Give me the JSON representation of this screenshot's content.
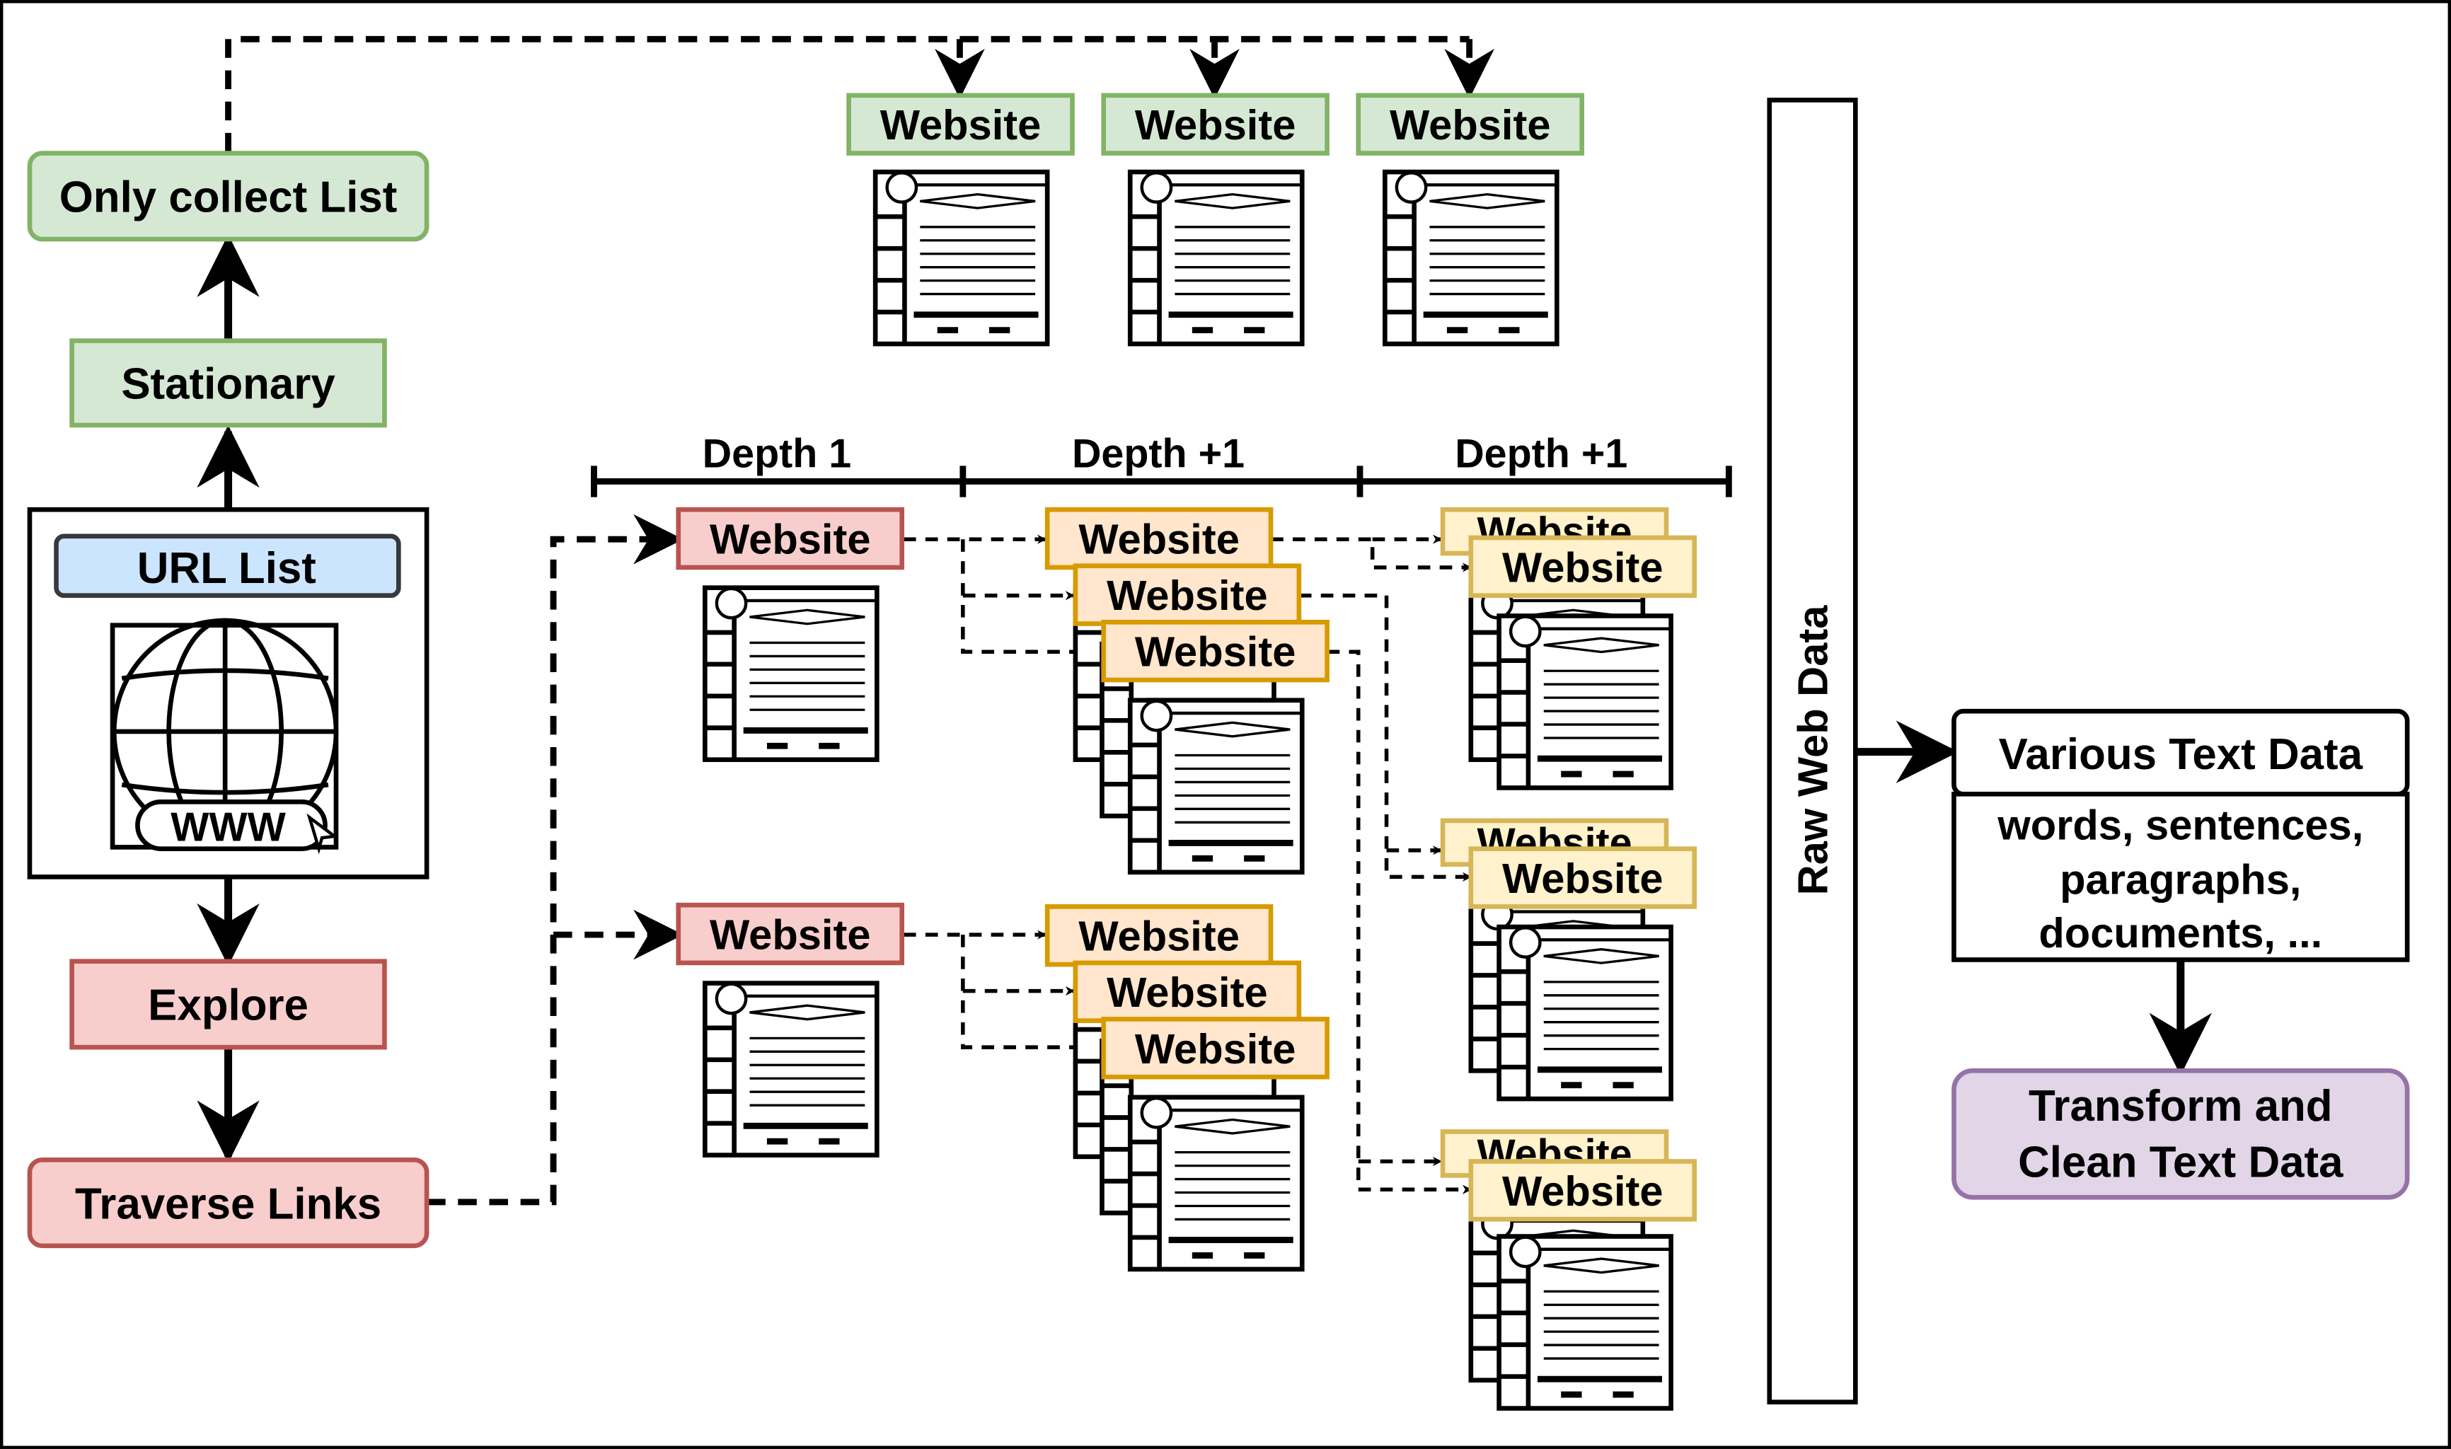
{
  "colors": {
    "green_fill": "#d5e8d4",
    "green_stroke": "#82b366",
    "red_fill": "#f8cecc",
    "red_stroke": "#b85450",
    "orange_fill": "#ffe6cc",
    "orange_stroke": "#d79b00",
    "yellow_fill": "#fff2cc",
    "yellow_stroke": "#d6b656",
    "blue_fill": "#cce5ff",
    "blue_stroke": "#36393d",
    "purple_fill": "#e1d5e7",
    "purple_stroke": "#9673a6",
    "line": "#000000"
  },
  "icons": {
    "globe": "globe-www-icon",
    "webpage": "webpage-icon",
    "www": "WWW"
  },
  "nodes": {
    "url_list": "URL List",
    "stationary": "Stationary",
    "only_collect": "Only collect List",
    "explore": "Explore",
    "traverse": "Traverse Links",
    "raw_web_data": "Raw Web Data",
    "various_text": "Various Text Data",
    "text_examples": [
      "words, sentences,",
      "paragraphs,",
      "documents, ..."
    ],
    "transform": [
      "Transform and",
      "Clean Text Data"
    ]
  },
  "depth_labels": [
    "Depth 1",
    "Depth +1",
    "Depth +1"
  ],
  "website_label": "Website",
  "website_partial_label": "Website"
}
